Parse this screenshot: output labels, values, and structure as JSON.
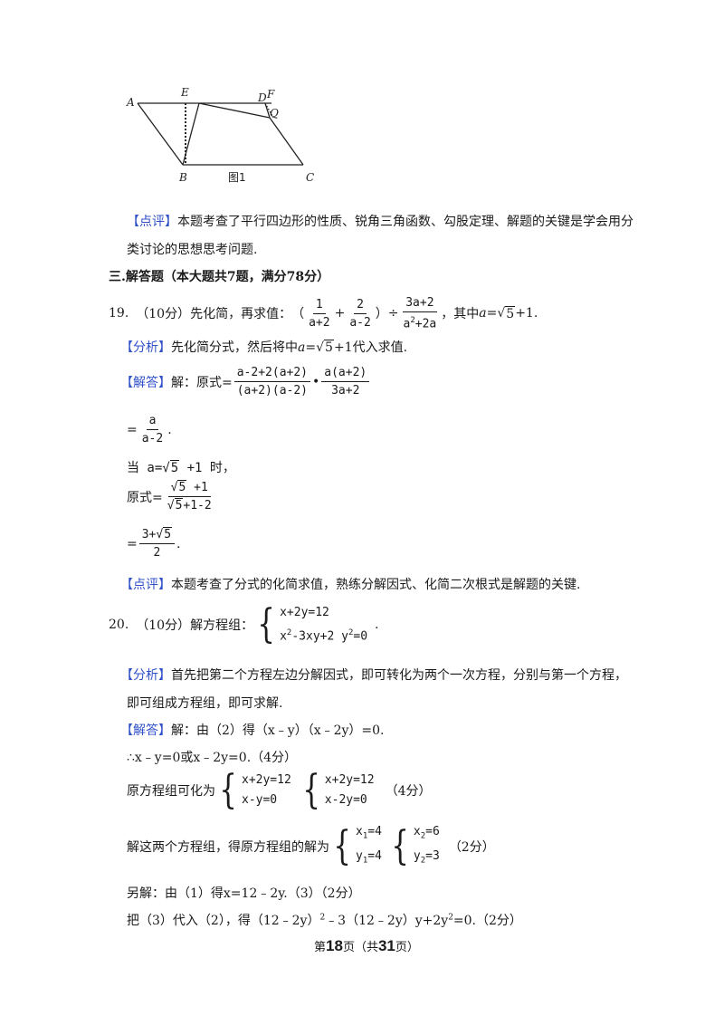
{
  "figure": {
    "labels": {
      "A": "A",
      "E": "E",
      "D": "D",
      "F": "F",
      "Q": "Q",
      "B": "B",
      "C": "C"
    },
    "caption": "图1"
  },
  "comment1": {
    "tag": "【点评】",
    "text1": "本题考查了平行四边形的性质、锐角三角函数、勾股定理、解题的关键是学会用分",
    "text2": "类讨论的思想思考问题."
  },
  "section": "三.解答题（本大题共7题，满分78分）",
  "q19": {
    "num": "19.",
    "score": "（10分）先化简，再求值：",
    "lp": "（",
    "f1n": "1",
    "f1d": "a+2",
    "plus": "+",
    "f2n": "2",
    "f2d": "a-2",
    "rp": "）",
    "div": "÷",
    "f3n": "3a+2",
    "f3d": "a",
    "f3d2": "+2a",
    "f3exp": "2",
    "cond1": "，其中",
    "cond_a": "a",
    "cond2": "=",
    "cond_root": "5",
    "cond3": "+1."
  },
  "a19": {
    "an_tag": "【分析】",
    "an1": "先化简分式，然后将中",
    "an_a": "a",
    "an2": "=",
    "an_root": "5",
    "an3": "+1代入求值.",
    "sol_tag": "【解答】",
    "sol1": "解：原式=",
    "fr1n": "a-2+2(a+2)",
    "fr1d": "(a+2)(a-2)",
    "dot": "•",
    "fr2n": "a(a+2)",
    "fr2d": "3a+2",
    "eq": "=",
    "fr3n": "a",
    "fr3d": "a-2",
    "period": ".",
    "when1": "当 a=",
    "when_root": "5",
    "when2": " +1 时，",
    "orig": "原式=",
    "fr4n_root": "5",
    "fr4n_rest": " +1",
    "fr4d_root": "5",
    "fr4d_rest": "+1-2",
    "eq2": "=",
    "fr5n_pre": "3+",
    "fr5n_root": "5",
    "fr5d": "2",
    "period2": ".",
    "cm_tag": "【点评】",
    "cm": "本题考查了分式的化简求值，熟练分解因式、化简二次根式是解题的关键."
  },
  "q20": {
    "num": "20.",
    "score": "（10分）解方程组：",
    "l1": "x+2y=12",
    "l2a": "x",
    "l2exp1": "2",
    "l2b": "-3xy+2 y",
    "l2exp2": "2",
    "l2c": "=0",
    "dot": "."
  },
  "a20": {
    "an_tag": "【分析】",
    "an1": "首先把第二个方程左边分解因式，即可转化为两个一次方程，分别与第一个方程，",
    "an2": "即可组成方程组，即可求解.",
    "sol_tag": "【解答】",
    "s1": "解：由（2）得（x﹣y）（x﹣2y）=0.",
    "s2": "∴x﹣y=0或x﹣2y=0.（4分）",
    "s3": "原方程组可化为",
    "sysA1": "x+2y=12",
    "sysA2": "x-y=0",
    "sysB1": "x+2y=12",
    "sysB2": "x-2y=0",
    "s3score": "（4分）",
    "s4": "解这两个方程组，得原方程组的解为",
    "r1a": "x",
    "r1sub": "1",
    "r1b": "=4",
    "r2a": "y",
    "r2sub": "1",
    "r2b": "=4",
    "r3a": "x",
    "r3sub": "2",
    "r3b": "=6",
    "r4a": "y",
    "r4sub": "2",
    "r4b": "=3",
    "s4score": "（2分）",
    "s5": "另解：由（1）得x=12﹣2y.（3）（2分）",
    "s6": "把（3）代入（2），得（12﹣2y）",
    "s6exp": "2",
    "s6b": "﹣3（12﹣2y）y+2y",
    "s6exp2": "2",
    "s6c": "=0.（2分）"
  },
  "footer": {
    "pre": "第",
    "page": "18",
    "mid": "页（共",
    "total": "31",
    "post": "页）"
  }
}
